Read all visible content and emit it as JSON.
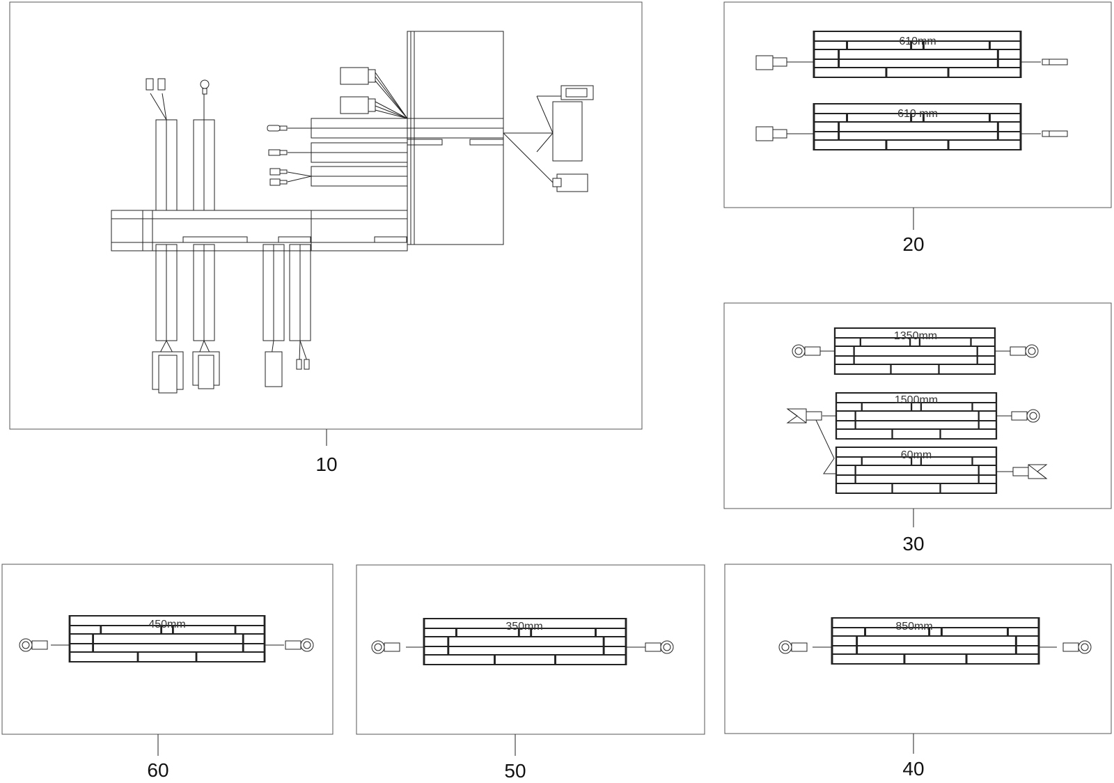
{
  "callouts": {
    "c10": "10",
    "c20": "20",
    "c30": "30",
    "c40": "40",
    "c50": "50",
    "c60": "60"
  },
  "lengths": {
    "p20a": "610mm",
    "p20b": "610 mm",
    "p30a": "1350mm",
    "p30b": "1500mm",
    "p30c": "60mm",
    "p40": "850mm",
    "p50": "350mm",
    "p60": "450mm"
  }
}
